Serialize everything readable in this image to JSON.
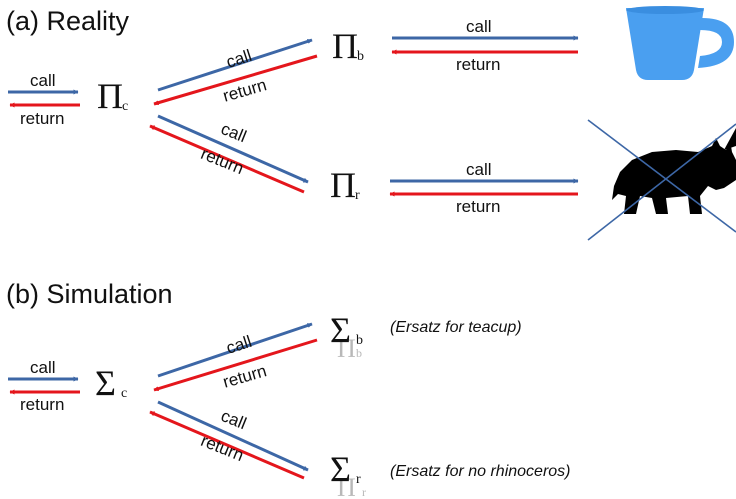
{
  "colors": {
    "call": "#3d67a6",
    "return": "#e4161c",
    "cup": "#4a9ff0",
    "rhino": "#000000",
    "cross": "#3d67a6"
  },
  "section_a": {
    "title": "(a) Reality",
    "nodes": {
      "c": {
        "symbol": "Π",
        "sub": "c"
      },
      "b": {
        "symbol": "Π",
        "sub": "b"
      },
      "r": {
        "symbol": "Π",
        "sub": "r"
      }
    },
    "icons": {
      "teacup": "teacup-icon",
      "rhino": "rhinoceros-icon",
      "cross": "cross-out-icon"
    }
  },
  "section_b": {
    "title": "(b) Simulation",
    "nodes": {
      "c": {
        "symbol": "Σ",
        "sub": "c"
      },
      "b": {
        "symbol": "Σ",
        "sub": "b",
        "ghost_symbol": "Π",
        "ghost_sub": "b"
      },
      "r": {
        "symbol": "Σ",
        "sub": "r",
        "ghost_symbol": "Π",
        "ghost_sub": "r"
      }
    },
    "notes": {
      "b": "(Ersatz for teacup)",
      "r": "(Ersatz for no rhinoceros)"
    }
  },
  "labels": {
    "call": "call",
    "return": "return"
  }
}
